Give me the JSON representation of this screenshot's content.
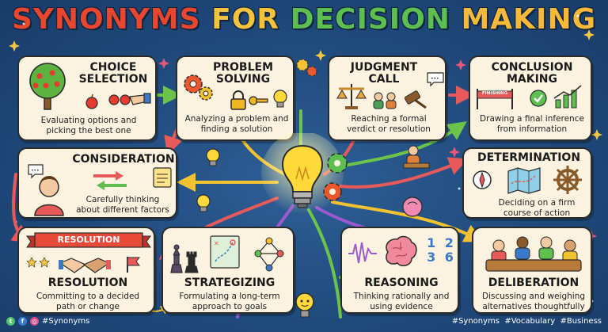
{
  "title": {
    "words": [
      {
        "text": "SYNONYMS",
        "color": "#e8462f"
      },
      {
        "text": "FOR",
        "color": "#f3c33b"
      },
      {
        "text": "DECISION",
        "color": "#5cbf4f"
      },
      {
        "text": "MAKING",
        "color": "#f6b93a"
      }
    ]
  },
  "cards": {
    "choice_selection": {
      "title": "CHOICE\nSELECTION",
      "desc": "Evaluating options and\npicking the best one"
    },
    "problem_solving": {
      "title": "PROBLEM\nSOLVING",
      "desc": "Analyzing a problem and\nfinding a solution"
    },
    "judgment_call": {
      "title": "JUDGMENT\nCALL",
      "desc": "Reaching a formal\nverdict or resolution"
    },
    "conclusion_making": {
      "title": "CONCLUSION\nMAKING",
      "desc": "Drawing a final inference\nfrom information",
      "banner": "FINISHING"
    },
    "consideration": {
      "title": "CONSIDERATION",
      "desc": "Carefully thinking\nabout different factors"
    },
    "determination": {
      "title": "DETERMINATION",
      "desc": "Deciding on a firm\ncourse of action"
    },
    "resolution": {
      "title": "RESOLUTION",
      "desc": "Committing to a decided\npath or change",
      "banner": "RESOLUTION"
    },
    "strategizing": {
      "title": "STRATEGIZING",
      "desc": "Formulating a long-term\napproach to goals"
    },
    "reasoning": {
      "title": "REASONING",
      "desc": "Thinking rationally and\nusing evidence",
      "numbers": "1 2 3 6"
    },
    "deliberation": {
      "title": "DELIBERATION",
      "desc": "Discussing and weighing\nalternatives thoughtfully"
    }
  },
  "footer": {
    "left_tag": "#Synonyms",
    "right_tags": "#Synonyms  #Vocabulary  #Business",
    "social_icons": [
      "twitter-icon",
      "facebook-icon",
      "instagram-icon"
    ]
  },
  "colors": {
    "background": "#1f4a7c",
    "card": "#fbf3df",
    "arrow_red": "#e85a5a",
    "arrow_green": "#6cc44a",
    "arrow_yellow": "#f2c230",
    "arrow_purple": "#9b59d0",
    "bulb": "#ffd83a"
  }
}
